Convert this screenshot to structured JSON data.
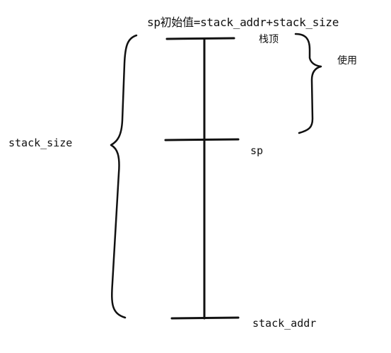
{
  "labels": {
    "sp_initial": "sp初始值=stack_addr+stack_size",
    "stack_top": "栈顶",
    "used": "使用",
    "stack_size": "stack_size",
    "sp": "sp",
    "stack_addr": "stack_addr"
  },
  "colors": {
    "ink": "#111111",
    "background": "#ffffff"
  }
}
